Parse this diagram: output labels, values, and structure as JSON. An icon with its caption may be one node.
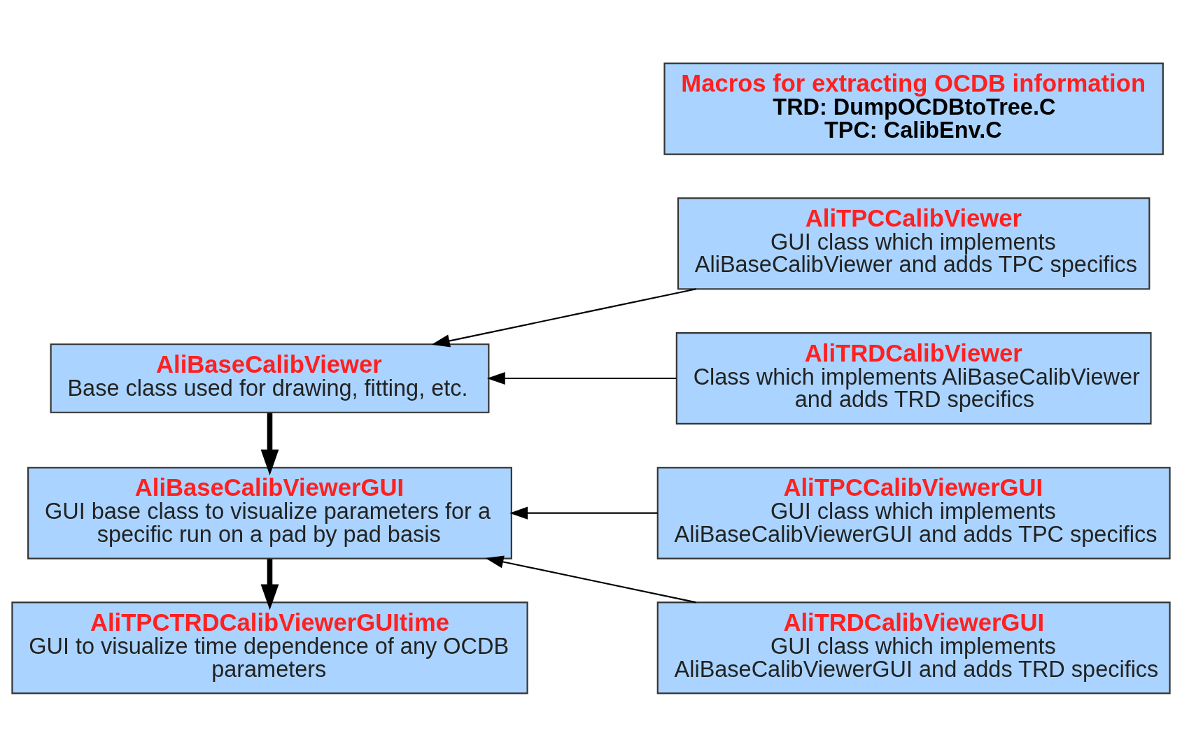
{
  "diagram": {
    "nodes": [
      {
        "text": [
          "AliTPCTRDCalibViewerGUItime",
          "GUI to visualize time dependence of any OCDB parameters"
        ]
      },
      {
        "text": [
          "AliTPCCalibViewerGUI",
          "GUI class which implements AliBaseCalibViewerGUI and adds TPC specifics"
        ]
      },
      {
        "text": [
          "AliBaseCalibViewerGUI",
          "GUI base class to visualize parameters for a specific run on a pad by pad basis"
        ]
      },
      {
        "text": [
          "AliTRDCalibViewerGUI",
          "GUI class which implements AliBaseCalibViewerGUI and adds TRD specifics"
        ]
      },
      {
        "text": [
          "AliBaseCalibViewer",
          "Base class used for drawing, fitting, etc."
        ]
      },
      {
        "text": [
          "AliTPCCalibViewer",
          "GUI class which implements AliBaseCalibViewer and adds TPC specifics"
        ]
      },
      {
        "text": [
          "Macros for extracting OCDB information",
          "TRD: DumpOCDBtoTree.C",
          "TPC: CalibEnv.C"
        ]
      },
      {
        "text": [
          "AliTRDCalibViewer",
          "Class which implements AliBaseCalibViewer and adds TRD specifics"
        ]
      }
    ],
    "edges": [
      {
        "from": 2,
        "to": 0,
        "arrow": "to",
        "style": "thick"
      },
      {
        "from": 1,
        "to": 2,
        "arrow": "to"
      },
      {
        "from": 3,
        "to": 2,
        "arrow": "to"
      },
      {
        "from": 4,
        "to": 2,
        "arrow": "to",
        "style": "thick"
      },
      {
        "from": 5,
        "to": 4,
        "arrow": "to"
      },
      {
        "from": 7,
        "to": 4,
        "arrow": "to"
      }
    ]
  }
}
